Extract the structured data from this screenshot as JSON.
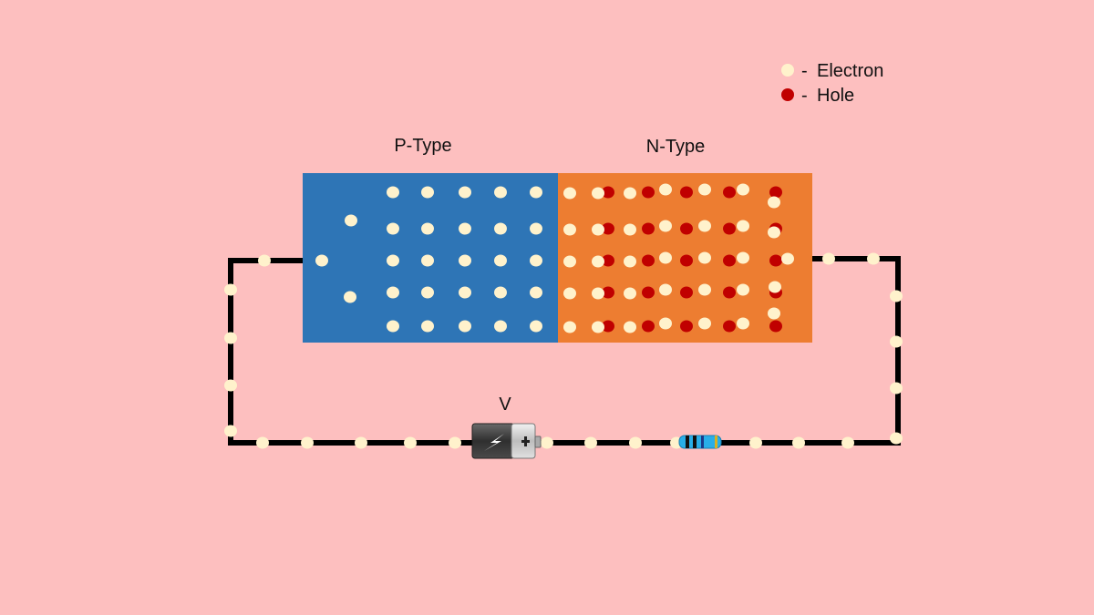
{
  "labels": {
    "p_type": "P-Type",
    "n_type": "N-Type",
    "voltage": "V"
  },
  "legend": {
    "electron": {
      "symbol": "-",
      "text": "Electron"
    },
    "hole": {
      "symbol": "-",
      "text": "Hole"
    }
  },
  "colors": {
    "background": "#fdbfbf",
    "p_region": "#2e75b6",
    "n_region": "#ed7d31",
    "electron": "#fff2cc",
    "hole": "#c00000",
    "wire": "#000000",
    "resistor_body": "#29aee8",
    "battery_dark": "#3b3b3b",
    "battery_light": "#cfcfcf"
  },
  "icons": {
    "battery": "battery-icon",
    "lightning": "lightning-bolt-icon",
    "plus": "plus-icon",
    "resistor": "resistor-icon"
  }
}
